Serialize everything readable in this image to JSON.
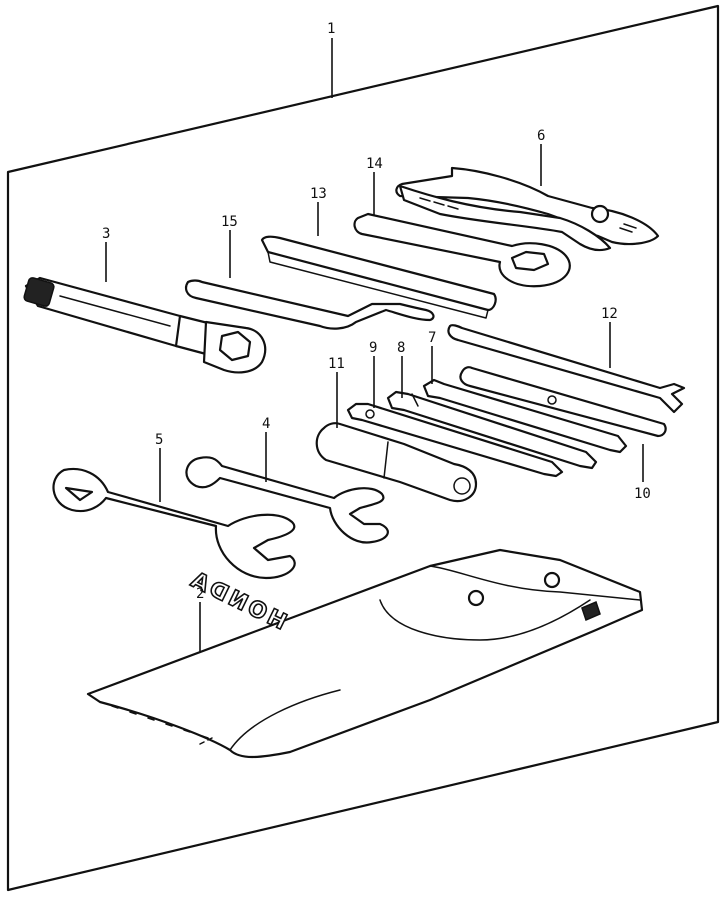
{
  "callouts": [
    {
      "id": "1",
      "text": "1"
    },
    {
      "id": "2",
      "text": "2"
    },
    {
      "id": "3",
      "text": "3"
    },
    {
      "id": "4",
      "text": "4"
    },
    {
      "id": "5",
      "text": "5"
    },
    {
      "id": "6",
      "text": "6"
    },
    {
      "id": "7",
      "text": "7"
    },
    {
      "id": "8",
      "text": "8"
    },
    {
      "id": "9",
      "text": "9"
    },
    {
      "id": "10",
      "text": "10"
    },
    {
      "id": "11",
      "text": "11"
    },
    {
      "id": "12",
      "text": "12"
    },
    {
      "id": "13",
      "text": "13"
    },
    {
      "id": "14",
      "text": "14"
    },
    {
      "id": "15",
      "text": "15"
    }
  ],
  "bag_logo": "HONDA",
  "colors": {
    "line": "#111111",
    "background": "#ffffff"
  }
}
